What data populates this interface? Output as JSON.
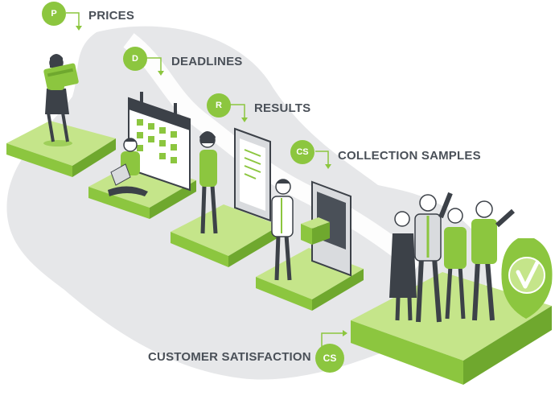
{
  "steps": {
    "prices": {
      "badge": "P",
      "label": "PRICES"
    },
    "deadlines": {
      "badge": "D",
      "label": "DEADLINES"
    },
    "results": {
      "badge": "R",
      "label": "RESULTS"
    },
    "collection": {
      "badge": "CS",
      "label": "COLLECTION SAMPLES"
    },
    "satisfaction": {
      "badge": "CS",
      "label": "CUSTOMER SATISFACTION"
    }
  },
  "colors": {
    "accent_green": "#8cc63f",
    "light_green": "#c5e58a",
    "path_gray": "#e6e7e9",
    "dark_text": "#4a5058"
  },
  "icons": [
    "credit-card-icon",
    "calendar-icon",
    "laptop-icon",
    "receipt-phone-icon",
    "delivery-box-icon",
    "check-shield-icon"
  ]
}
